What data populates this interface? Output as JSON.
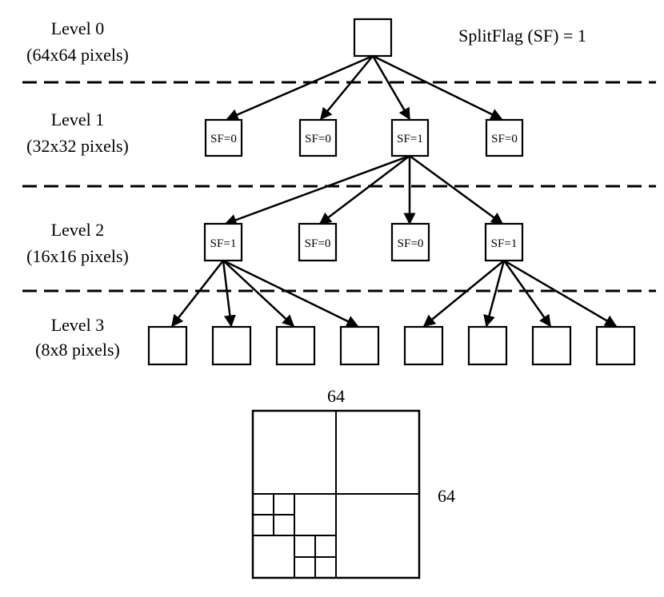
{
  "levels": [
    {
      "name": "Level 0",
      "size": "(64x64 pixels)"
    },
    {
      "name": "Level 1",
      "size": "(32x32 pixels)"
    },
    {
      "name": "Level 2",
      "size": "(16x16 pixels)"
    },
    {
      "name": "Level 3",
      "size": "(8x8 pixels)"
    }
  ],
  "split_flag_note": "SplitFlag (SF) = 1",
  "level1_flags": [
    "SF=0",
    "SF=0",
    "SF=1",
    "SF=0"
  ],
  "level2_flags": [
    "SF=1",
    "SF=0",
    "SF=0",
    "SF=1"
  ],
  "quadtree": {
    "width_label": "64",
    "height_label": "64"
  }
}
